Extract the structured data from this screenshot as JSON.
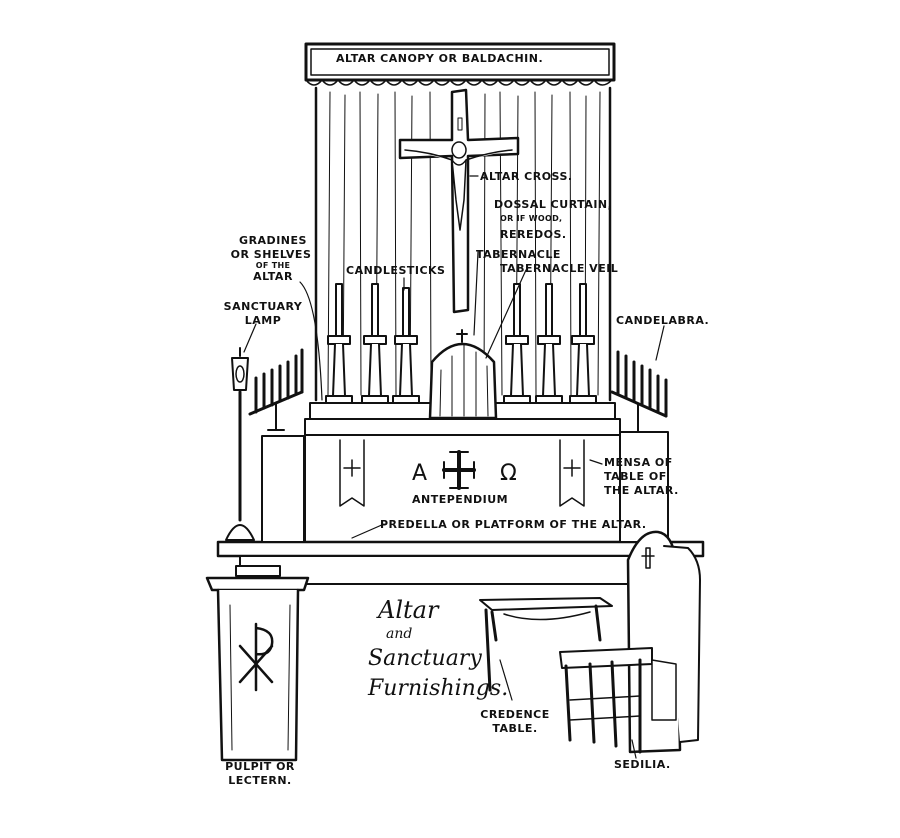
{
  "colors": {
    "ink": "#111111",
    "paper": "#ffffff",
    "shade": "#d8d8d8"
  },
  "title": {
    "line1": "Altar",
    "line2": "and",
    "line3": "Sanctuary",
    "line4": "Furnishings."
  },
  "labels": {
    "canopy": "ALTAR CANOPY OR BALDACHIN.",
    "cross": "ALTAR CROSS.",
    "dossal_1": "DOSSAL CURTAIN,",
    "dossal_2": "OR IF WOOD,",
    "dossal_3": "REREDOS.",
    "gradines_1": "GRADINES",
    "gradines_2": "OR SHELVES",
    "gradines_3": "OF THE",
    "gradines_4": "ALTAR",
    "candlesticks": "CANDLESTICKS",
    "tabernacle": "TABERNACLE",
    "tabernacle_veil": "TABERNACLE VEIL",
    "sanctuary_lamp_1": "SANCTUARY",
    "sanctuary_lamp_2": "LAMP",
    "candelabra": "CANDELABRA.",
    "antependium": "ANTEPENDIUM",
    "alpha": "A",
    "omega": "Ω",
    "mensa_1": "MENSA OF",
    "mensa_2": "TABLE OF",
    "mensa_3": "THE ALTAR.",
    "predella": "PREDELLA OR PLATFORM OF THE ALTAR.",
    "credence_1": "CREDENCE",
    "credence_2": "TABLE.",
    "pulpit_1": "PULPIT OR",
    "pulpit_2": "LECTERN.",
    "sedilia": "SEDILIA."
  }
}
